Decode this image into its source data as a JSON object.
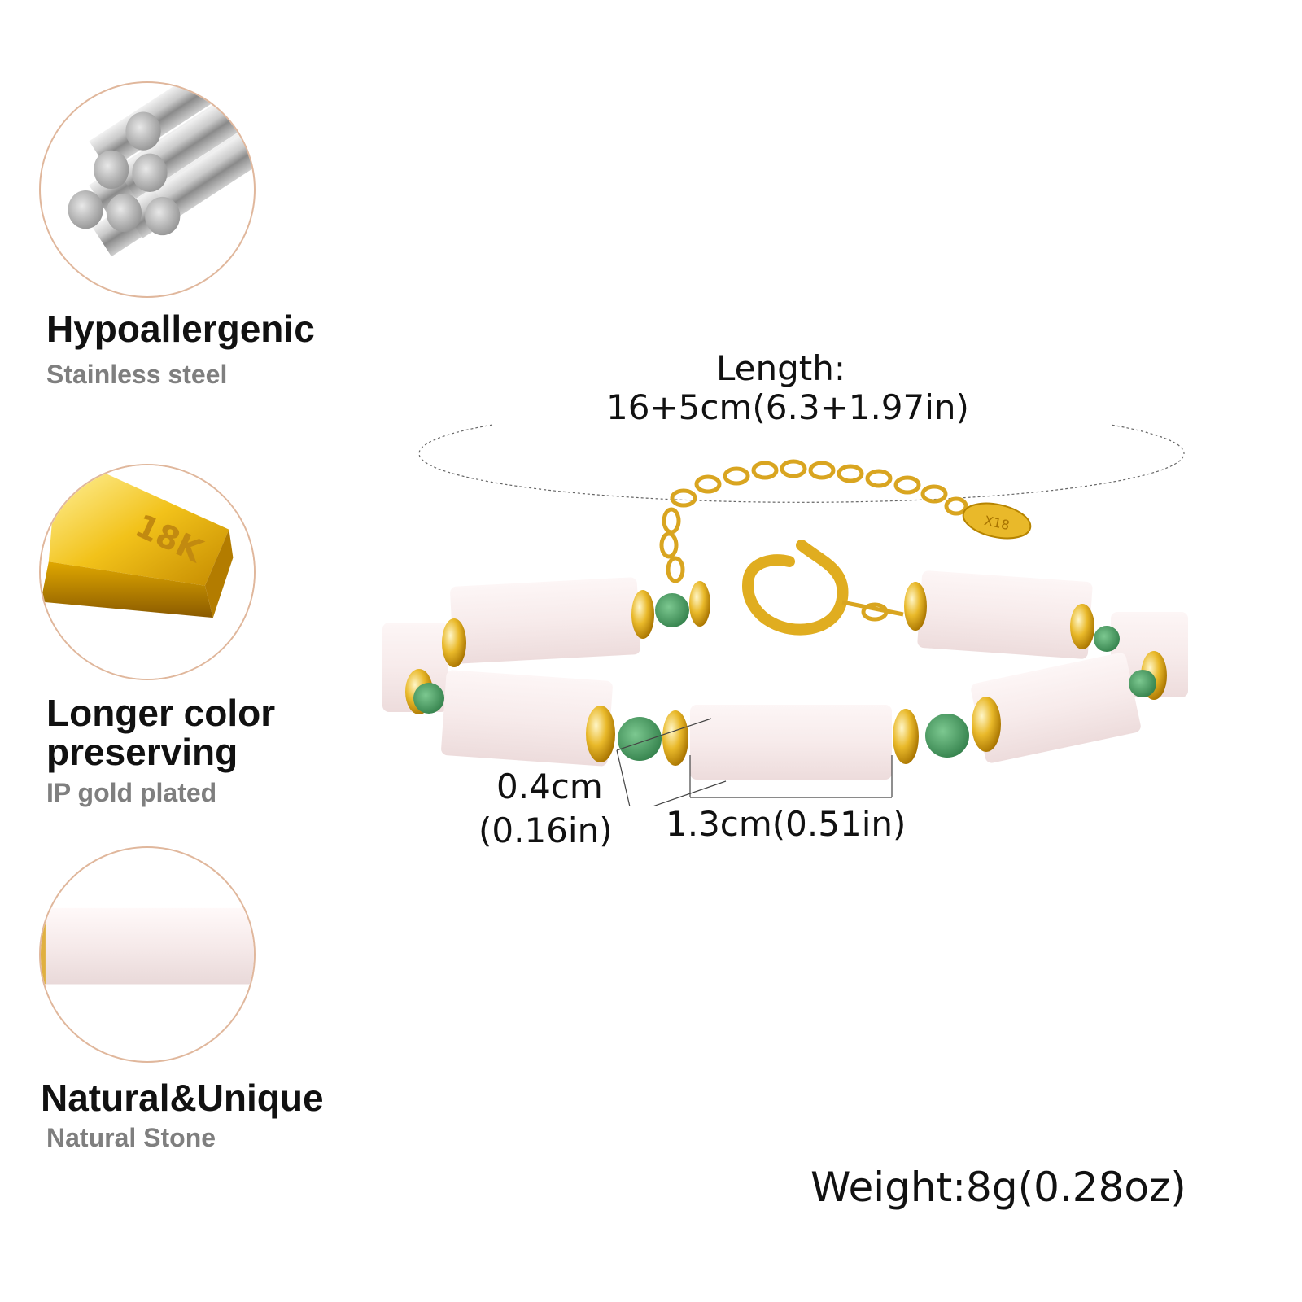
{
  "features": [
    {
      "title": "Hypoallergenic",
      "subtitle": "Stainless steel",
      "icon": "steel-rods-icon"
    },
    {
      "title": "Longer color\npreserving",
      "subtitle": "IP gold plated",
      "icon": "gold-bar-icon",
      "badge": "18K"
    },
    {
      "title": "Natural&Unique",
      "subtitle": "Natural Stone",
      "icon": "natural-stone-icon"
    }
  ],
  "dimensions": {
    "length_label": "Length:",
    "length_value": "16+5cm(6.3+1.97in)",
    "bead_width": "0.4cm",
    "bead_width_in": "(0.16in)",
    "tube_length": "1.3cm(0.51in)",
    "weight": "Weight:8g(0.28oz)",
    "tag_text": "X18"
  },
  "colors": {
    "circle_border": "#e0b79c",
    "gold": "#e9b92a",
    "jade_green": "#3f9a5c",
    "white_stone": "#f7ebeb"
  }
}
